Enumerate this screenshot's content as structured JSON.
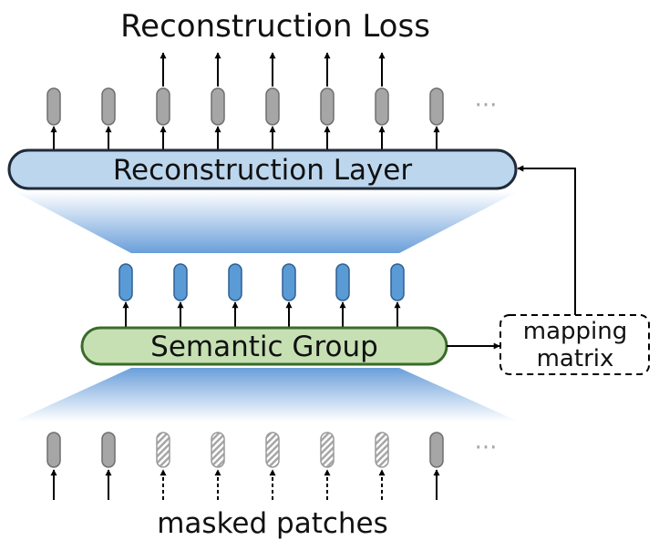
{
  "title": "Reconstruction Loss",
  "reconstruction_layer_label": "Reconstruction Layer",
  "semantic_group_label": "Semantic Group",
  "mapping_matrix_line1": "mapping",
  "mapping_matrix_line2": "matrix",
  "input_caption": "masked patches",
  "ellipsis": "···",
  "colors": {
    "reconstruction_layer_fill": "#bcd6ee",
    "semantic_group_fill": "#c6e0b4",
    "token_gray": "#a6a6a6",
    "token_blue": "#5b9bd5",
    "funnel_dark": "#6a9fda",
    "funnel_light": "#ffffff",
    "outline": "#1f2a3a"
  }
}
